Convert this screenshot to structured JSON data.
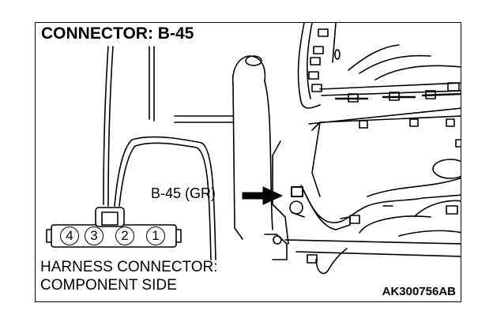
{
  "diagram": {
    "title": "CONNECTOR: B-45",
    "callout_label": "B-45 (GR)",
    "harness_label_line1": "HARNESS CONNECTOR:",
    "harness_label_line2": "COMPONENT SIDE",
    "figure_code": "AK300756AB",
    "connector_pins": [
      "4",
      "3",
      "2",
      "1"
    ]
  }
}
